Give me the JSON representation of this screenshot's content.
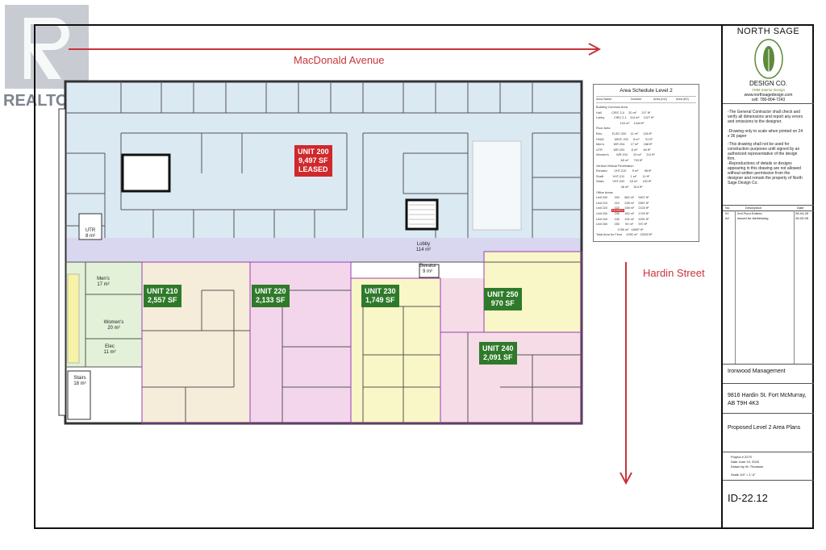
{
  "watermark": {
    "brand": "REALTOR",
    "mark": "®"
  },
  "streets": {
    "top": "MacDonald Avenue",
    "right": "Hardin Street"
  },
  "units": [
    {
      "id": "unit-200",
      "line1": "UNIT 200",
      "line2": "9,497 SF",
      "line3": "LEASED",
      "color": "#d0282c"
    },
    {
      "id": "unit-210",
      "line1": "UNIT 210",
      "line2": "2,557 SF",
      "color": "#2f7a2a"
    },
    {
      "id": "unit-220",
      "line1": "UNIT 220",
      "line2": "2,133 SF",
      "color": "#2f7a2a"
    },
    {
      "id": "unit-230",
      "line1": "UNIT 230",
      "line2": "1,749 SF",
      "color": "#2f7a2a"
    },
    {
      "id": "unit-250",
      "line1": "UNIT 250",
      "line2": "970 SF",
      "color": "#2f7a2a"
    },
    {
      "id": "unit-240",
      "line1": "UNIT 240",
      "line2": "2,091 SF",
      "color": "#2f7a2a"
    }
  ],
  "rooms": {
    "utr": {
      "name": "UTR",
      "area": "8 m²"
    },
    "lobby": {
      "name": "Lobby",
      "area": "114 m²"
    },
    "elevator": {
      "name": "Elevator",
      "area": "9 m²"
    },
    "mens": {
      "name": "Men's",
      "area": "17 m²"
    },
    "womens": {
      "name": "Women's",
      "area": "20 m²"
    },
    "elec": {
      "name": "Elec",
      "area": "11 m²"
    },
    "stairs": {
      "name": "Stairs",
      "area": "18 m²"
    }
  },
  "area_schedule": {
    "title": "Area Schedule Level 2",
    "headers": [
      "Area Name",
      "Number",
      "Area (m2)",
      "Area (ft2)"
    ],
    "leased_tag": "LEASED",
    "rows": [
      "Building Common Area",
      "Hall            CIRC 2-0     20 m²      217 ft²",
      "Lobby           CIRC 2-1    114 m²     1227 ft²",
      "                            134 m²     1444 ft²",
      "Floor Area",
      "Elec            ELEC 200     11 m²      118 ft²",
      "HVAC            MISC 202      8 m²       91 ft²",
      "Men's           WR 204       17 m²      188 ft²",
      "UTR             WR 203        8 m²       84 ft²",
      "Women's         WR 203       20 m²      211 ft²",
      "                             65 m²      703 ft²",
      "Vertical Vertical Penetration",
      "Elevator        VHT-210       9 m²       98 ft²",
      "Shaft           VHT-211       1 m²       11 ft²",
      "Stairs          VHT-220      18 m²      192 ft²",
      "                             48 m²      514 ft²",
      "Office Areas",
      "Unit 200        200      882 m²     9497 ft²",
      "Unit 210        210      238 m²     2557 ft²",
      "Unit 220        220      198 m²     2133 ft²",
      "Unit 230        230      162 m²     1749 ft²",
      "Unit 240        240      194 m²     2091 ft²",
      "Unit 250        250       90 m²      970 ft²",
      "                         1765 m²   18997 ft²",
      "Total Area for Floor     2090 m²   22633 ft²"
    ]
  },
  "title_block": {
    "firm_line1": "NORTH SAGE",
    "firm_line2": "DESIGN CO.",
    "firm_tagline": "YMM Interior Design",
    "firm_web": "www.northsagedesign.com",
    "firm_phone": "cell: 780-804-7243",
    "notes": [
      "-The General Contractor shall check and verify all dimensions and report any errors and omissions to the designer.",
      "-Drawing only to scale when printed on 24 x 36 paper",
      "-This drawing shall not be used for construction purposes until signed by an authorized representative of the design firm.",
      "-Reproductions of details or designs appearing in this drawing are not allowed without written permission from the designer and remain the property of North Sage Design Co."
    ],
    "revisions_header": [
      "No.",
      "Description",
      "Date"
    ],
    "revisions": [
      {
        "no": "01",
        "desc": "2nd Floor Entries",
        "date": "28-04-25"
      },
      {
        "no": "A2",
        "desc": "Issued for Addressing",
        "date": "28-03-05"
      }
    ],
    "client": "Ironwood Management",
    "address": "9816 Hardin St. Fort McMurray, AB T9H 4K3",
    "sheet_title": "Proposed Level 2 Area Plans",
    "project_info": [
      "Project #   2270",
      "Date        June 19, 2020",
      "Drawn by    W. Thomson"
    ],
    "scale": "Scale  1/4\" = 1'-0\"",
    "sheet_number": "ID-22.12"
  },
  "colors": {
    "unit200_fill": "#dbe9f3",
    "unit210_fill": "#f6ecda",
    "unit220_fill": "#f4d6ec",
    "unit230_fill": "#f9f6c8",
    "unit240_fill": "#f6dce6",
    "unit250_fill": "#f9f6c8",
    "corridor_fill": "#d9d6f0",
    "washroom_fill": "#e3f1d9",
    "arrow": "#c8343a",
    "wall": "#333333"
  }
}
